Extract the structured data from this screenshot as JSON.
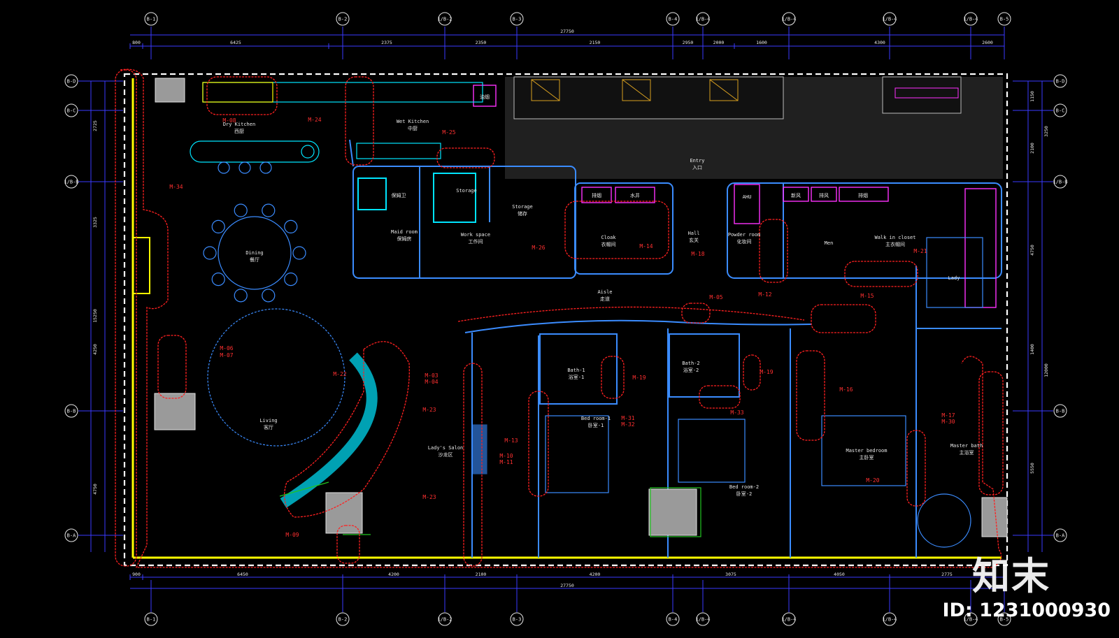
{
  "colors": {
    "background": "#000000",
    "wall": "#3b8cff",
    "cyan": "#00e5ff",
    "yellow": "#ffff00",
    "magenta": "#ff30ff",
    "revision": "#ff2020",
    "green": "#21c521",
    "dim": "#3a3aff"
  },
  "grid_top": [
    "B-1",
    "B-2",
    "1/B-2",
    "B-3",
    "B-4",
    "1/B-4",
    "1/B-4",
    "1/B-4",
    "1/B-4",
    "B-5"
  ],
  "grid_left": [
    "B-D",
    "B-C",
    "1/B-B",
    "B-B",
    "B-A"
  ],
  "dims_top": [
    "800",
    "6425",
    "2375",
    "2350",
    "2150",
    "2950",
    "2000",
    "1600",
    "4300",
    "2600"
  ],
  "dims_top_total": "27750",
  "dims_bottom": [
    "900",
    "6450",
    "4200",
    "2100",
    "4200",
    "3075",
    "4050",
    "2775"
  ],
  "dims_bottom_total": "27750",
  "dims_left": [
    "2725",
    "3325",
    "15250",
    "4250",
    "4750"
  ],
  "dims_right": [
    "1150",
    "2100",
    "3250",
    "4750",
    "1400",
    "12000",
    "5550"
  ],
  "rooms": [
    {
      "en": "Dry Kitchen",
      "zh": "西厨"
    },
    {
      "en": "Wet Kitchen",
      "zh": "中厨"
    },
    {
      "en": "Dining",
      "zh": "餐厅"
    },
    {
      "en": "Living",
      "zh": "客厅"
    },
    {
      "en": "Maid room",
      "zh": "保姆房"
    },
    {
      "en": "保姆卫"
    },
    {
      "en": "Storage"
    },
    {
      "en": "Storage",
      "zh": "储存"
    },
    {
      "en": "Work space",
      "zh": "工作间"
    },
    {
      "en": "Cloak",
      "zh": "衣帽间"
    },
    {
      "en": "Hall",
      "zh": "玄关"
    },
    {
      "en": "Powder room",
      "zh": "化妆间"
    },
    {
      "en": "Men"
    },
    {
      "en": "Walk in closet",
      "zh": "主衣帽间"
    },
    {
      "en": "Lady"
    },
    {
      "en": "Aisle",
      "zh": "走道"
    },
    {
      "en": "Entry",
      "zh": "入口"
    },
    {
      "en": "Bath-1",
      "zh": "浴室-1"
    },
    {
      "en": "Bath-2",
      "zh": "浴室-2"
    },
    {
      "en": "Bed room-1",
      "zh": "卧室-1"
    },
    {
      "en": "Bed room-2",
      "zh": "卧室-2"
    },
    {
      "en": "Lady's Salon",
      "zh": "沙龙区"
    },
    {
      "en": "Master bedroom",
      "zh": "主卧室"
    },
    {
      "en": "Master bath",
      "zh": "主浴室"
    }
  ],
  "equipment": [
    "油烟",
    "排烟",
    "水井",
    "AHU",
    "新风",
    "排风",
    "排烟"
  ],
  "tags": [
    "M-08",
    "M-24",
    "M-25",
    "M-34",
    "M-26",
    "M-14",
    "M-18",
    "M-05",
    "M-12",
    "M-21",
    "M-15",
    "M-06",
    "M-07",
    "M-22",
    "M-03",
    "M-04",
    "M-23",
    "M-13",
    "M-10",
    "M-11",
    "M-23",
    "M-09",
    "M-31",
    "M-32",
    "M-19",
    "M-33",
    "M-19",
    "M-16",
    "M-17",
    "M-30",
    "M-20"
  ],
  "watermark": {
    "brand": "知末",
    "id": "ID: 1231000930"
  }
}
